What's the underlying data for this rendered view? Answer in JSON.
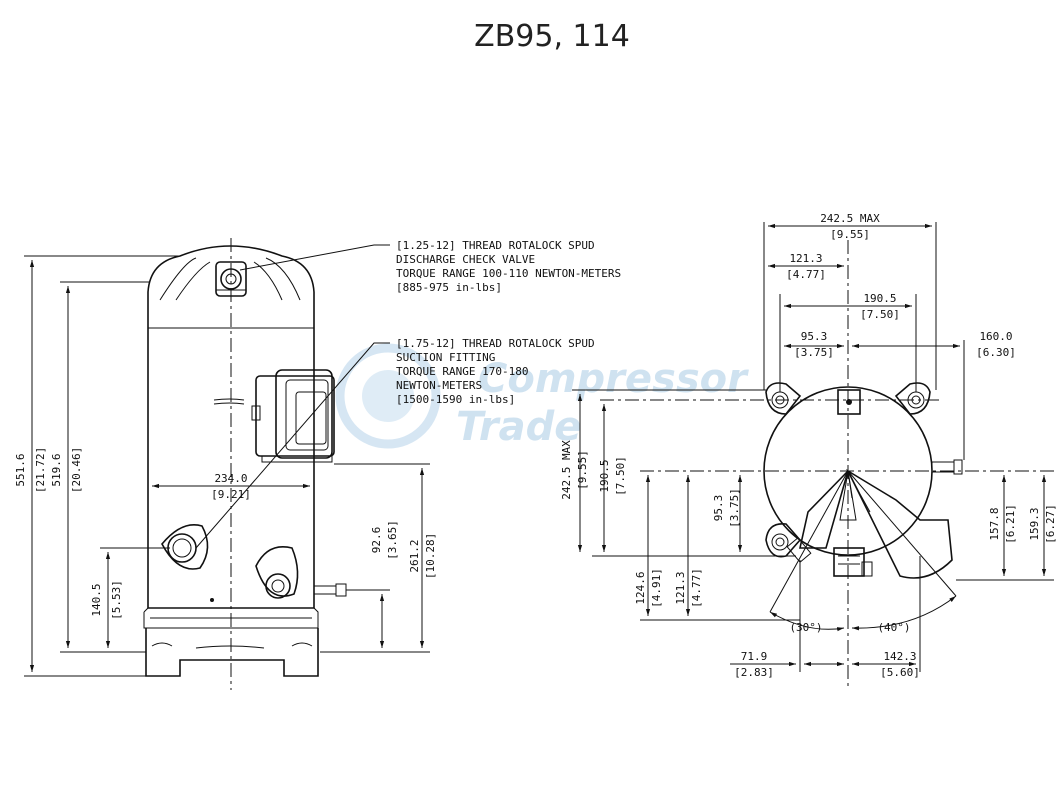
{
  "title": "ZB95, 114",
  "watermark": {
    "line1": "Compressor",
    "line2": "Trade"
  },
  "callouts": {
    "discharge": [
      "[1.25-12] THREAD ROTALOCK SPUD",
      "DISCHARGE CHECK VALVE",
      "TORQUE RANGE 100-110 NEWTON-METERS",
      "[885-975 in-lbs]"
    ],
    "suction": [
      "[1.75-12] THREAD ROTALOCK SPUD",
      "SUCTION FITTING",
      "TORQUE RANGE 170-180",
      "NEWTON-METERS",
      "[1500-1590 in-lbs]"
    ]
  },
  "side_view": {
    "height_total": "551.6",
    "height_total_in": "[21.72]",
    "height_shell": "519.6",
    "height_shell_in": "[20.46]",
    "width": "234.0",
    "width_in": "[9.21]",
    "suction_height": "140.5",
    "suction_height_in": "[5.53]",
    "discharge_fitting_height": "92.6",
    "discharge_fitting_height_in": "[3.65]",
    "terminal_height": "261.2",
    "terminal_height_in": "[10.28]"
  },
  "top_view": {
    "width_max": "242.5 MAX",
    "width_max_in": "[9.55]",
    "d_121_3": "121.3",
    "d_121_3_in": "[4.77]",
    "d_190_5": "190.5",
    "d_190_5_in": "[7.50]",
    "d_95_3": "95.3",
    "d_95_3_in": "[3.75]",
    "d_160_0": "160.0",
    "d_160_0_in": "[6.30]",
    "v_242_5": "242.5 MAX",
    "v_242_5_in": "[9.55]",
    "v_190_5": "190.5",
    "v_190_5_in": "[7.50]",
    "v_95_3": "95.3",
    "v_95_3_in": "[3.75]",
    "v_124_6": "124.6",
    "v_124_6_in": "[4.91]",
    "v_121_3": "121.3",
    "v_121_3_in": "[4.77]",
    "v_157_8": "157.8",
    "v_157_8_in": "[6.21]",
    "v_159_3": "159.3",
    "v_159_3_in": "[6.27]",
    "angle_left": "(30°)",
    "angle_right": "(40°)",
    "b_71_9": "71.9",
    "b_71_9_in": "[2.83]",
    "b_142_3": "142.3",
    "b_142_3_in": "[5.60]"
  }
}
